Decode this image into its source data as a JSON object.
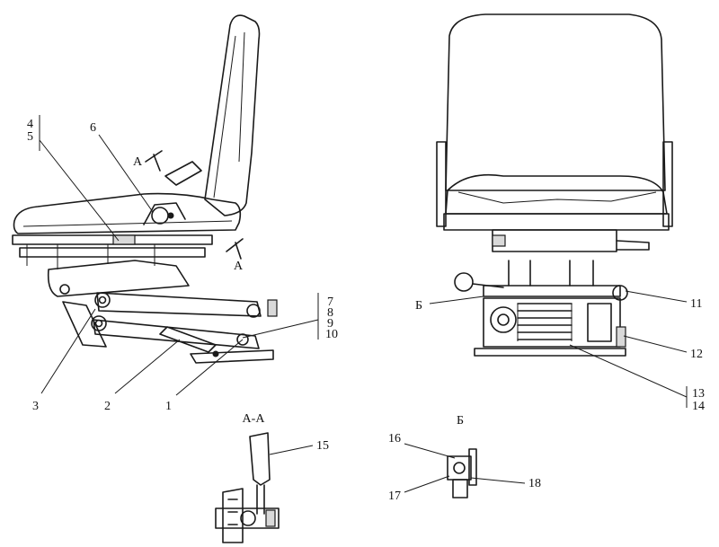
{
  "figure": {
    "view_titles": {
      "section": "А-А",
      "detail": "Б"
    },
    "section_marks": {
      "upper": "А",
      "lower": "А",
      "detail_ref": "Б"
    },
    "callouts": {
      "c1": "1",
      "c2": "2",
      "c3": "3",
      "c4": "4",
      "c5": "5",
      "c6": "6",
      "c7": "7",
      "c8": "8",
      "c9": "9",
      "c10": "10",
      "c11": "11",
      "c12": "12",
      "c13": "13",
      "c14": "14",
      "c15": "15",
      "c16": "16",
      "c17": "17",
      "c18": "18"
    }
  }
}
